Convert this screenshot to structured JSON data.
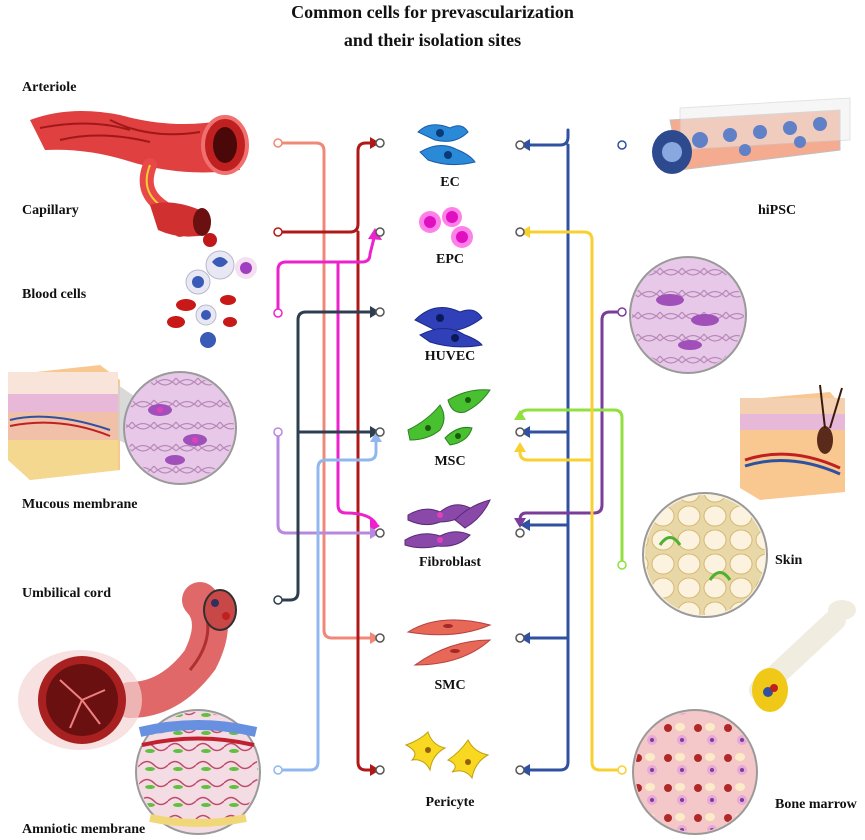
{
  "title": {
    "line1": "Common cells for prevascularization",
    "line2": "and their isolation sites"
  },
  "cells": [
    "EC",
    "EPC",
    "HUVEC",
    "MSC",
    "Fibroblast",
    "SMC",
    "Pericyte"
  ],
  "sources_left": [
    "Arteriole",
    "Capillary",
    "Blood cells",
    "Mucous membrane",
    "Umbilical cord",
    "Amniotic membrane"
  ],
  "sources_right": [
    "hiPSC",
    "Skin",
    "Bone marrow"
  ],
  "colors": {
    "arteriole": "#f08878",
    "capillary": "#b01818",
    "blood": "#ee22cc",
    "mucous": "#b888e0",
    "umbilical": "#2e3e50",
    "amniotic": "#90b8ee",
    "hipsc": "#3050a0",
    "skin_upper": "#7a3e9a",
    "skin_lower": "#90e040",
    "bone": "#f8d030"
  }
}
